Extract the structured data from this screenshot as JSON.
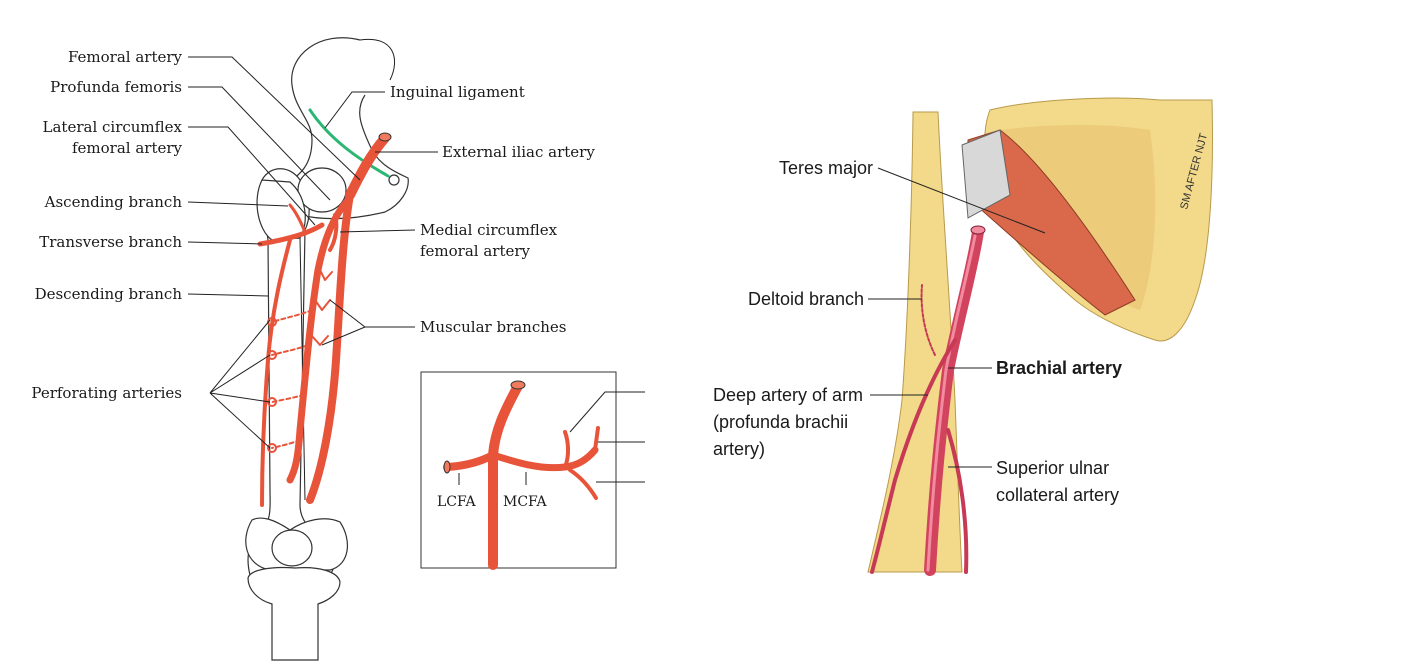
{
  "left_figure": {
    "labels": {
      "femoral_artery": "Femoral artery",
      "profunda_femoris": "Profunda femoris",
      "lateral_circumflex_1": "Lateral circumflex",
      "lateral_circumflex_2": "femoral artery",
      "ascending_branch": "Ascending branch",
      "transverse_branch": "Transverse branch",
      "descending_branch": "Descending branch",
      "perforating_arteries": "Perforating arteries",
      "inguinal_ligament": "Inguinal ligament",
      "external_iliac_artery": "External iliac artery",
      "medial_circumflex_1": "Medial circumflex",
      "medial_circumflex_2": "femoral artery",
      "muscular_branches": "Muscular branches"
    },
    "inset": {
      "lcfa": "LCFA",
      "mcfa": "MCFA"
    },
    "colors": {
      "artery": "#e8543a",
      "ligament": "#2bb673"
    }
  },
  "right_figure": {
    "labels": {
      "teres_major": "Teres major",
      "deltoid_branch": "Deltoid branch",
      "brachial_artery": "Brachial artery",
      "deep_artery_1": "Deep artery of arm",
      "deep_artery_2": "(profunda brachii",
      "deep_artery_3": "artery)",
      "superior_ulnar_1": "Superior ulnar",
      "superior_ulnar_2": "collateral artery"
    },
    "signature": "SM AFTER NJT",
    "colors": {
      "bone": "#f3d98a",
      "muscle": "#d9694a",
      "artery": "#d2435e"
    }
  }
}
